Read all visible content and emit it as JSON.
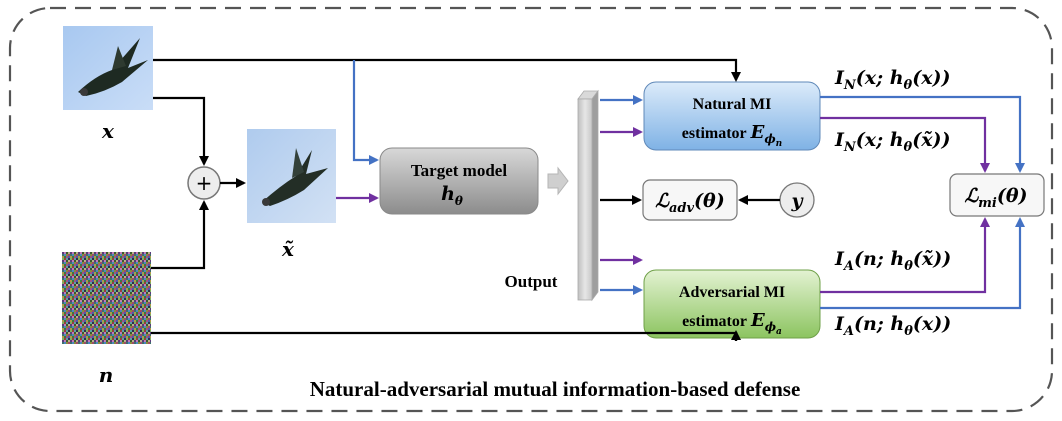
{
  "title": "Natural-adversarial mutual information-based defense",
  "labels": {
    "x": "x",
    "x_tilde": "x̃",
    "n": "n",
    "plus": "+",
    "output": "Output",
    "y": "y"
  },
  "target_model": {
    "line1": "Target model",
    "symbol": "h",
    "subscript": "θ"
  },
  "natural_estimator": {
    "line1": "Natural MI",
    "line2": "estimator",
    "symbol": "E",
    "sub": "ϕ",
    "subsub": "n"
  },
  "adversarial_estimator": {
    "line1": "Adversarial MI",
    "line2": "estimator",
    "symbol": "E",
    "sub": "ϕ",
    "subsub": "a"
  },
  "loss_adv": {
    "symbol": "ℒ",
    "sub": "adv",
    "arg": "(θ)"
  },
  "loss_mi": {
    "symbol": "ℒ",
    "sub": "mi",
    "arg": "(θ)"
  },
  "terms": {
    "in_x": {
      "main": "I",
      "sub": "N",
      "arg": "(x; h",
      "argsub": "θ",
      "tail": "(x))"
    },
    "in_xt": {
      "main": "I",
      "sub": "N",
      "arg": "(x; h",
      "argsub": "θ",
      "tail": "(x̃))"
    },
    "ia_nxt": {
      "main": "I",
      "sub": "A",
      "arg": "(n; h",
      "argsub": "θ",
      "tail": "(x̃))"
    },
    "ia_nx": {
      "main": "I",
      "sub": "A",
      "arg": "(n; h",
      "argsub": "θ",
      "tail": "(x))"
    }
  },
  "colors": {
    "blue_arrow": "#4472C4",
    "purple_arrow": "#7030A0",
    "black_arrow": "#000000",
    "natural_fill_top": "#DCEBFA",
    "natural_fill_bottom": "#7FB2E5",
    "adversarial_fill_top": "#E3F2D2",
    "adversarial_fill_bottom": "#8CC460",
    "target_fill_top": "#D8D8D8",
    "target_fill_bottom": "#8C8C8C"
  }
}
